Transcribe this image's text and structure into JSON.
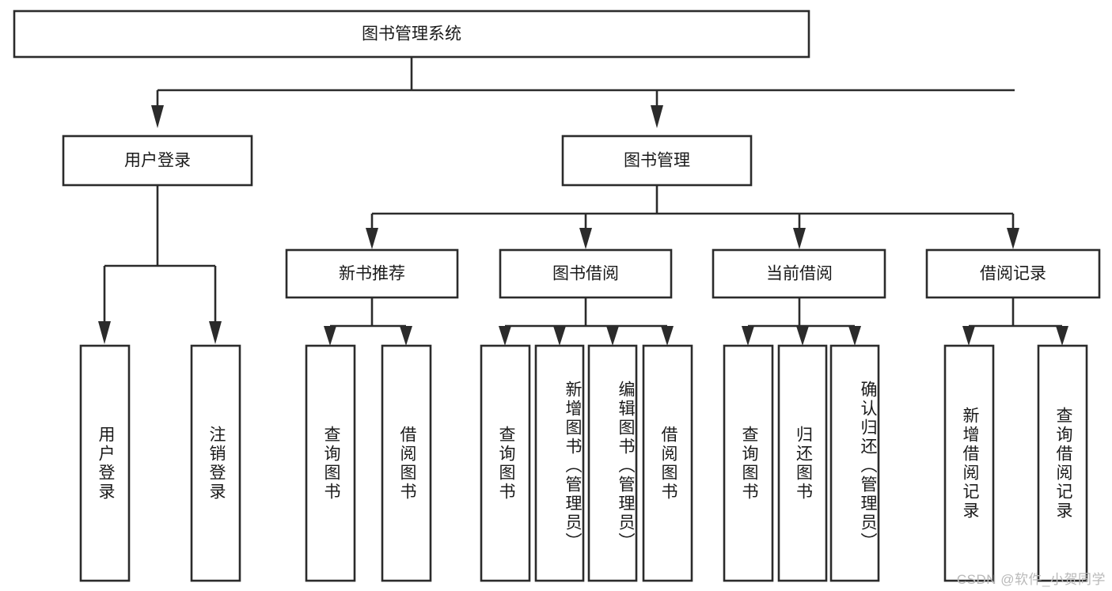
{
  "diagram": {
    "title": "图书管理系统",
    "watermark": "CSDN @软件_小贺同学",
    "colors": {
      "stroke": "#2b2b2b",
      "fill": "#ffffff",
      "text": "#1a1a1a",
      "watermark": "#b9b9b9",
      "background": "#ffffff"
    },
    "root": {
      "label": "图书管理系统"
    },
    "level2": [
      {
        "label": "用户登录"
      },
      {
        "label": "图书管理"
      }
    ],
    "level3": [
      {
        "label": "新书推荐"
      },
      {
        "label": "图书借阅"
      },
      {
        "label": "当前借阅"
      },
      {
        "label": "借阅记录"
      }
    ],
    "leaves": [
      {
        "label": "用户登录",
        "parent": "用户登录"
      },
      {
        "label": "注销登录",
        "parent": "用户登录"
      },
      {
        "label": "查询图书",
        "parent": "新书推荐"
      },
      {
        "label": "借阅图书",
        "parent": "新书推荐"
      },
      {
        "label": "查询图书",
        "parent": "图书借阅"
      },
      {
        "label": "新增图书（管理员）",
        "parent": "图书借阅"
      },
      {
        "label": "编辑图书（管理员）",
        "parent": "图书借阅"
      },
      {
        "label": "借阅图书",
        "parent": "图书借阅"
      },
      {
        "label": "查询图书",
        "parent": "当前借阅"
      },
      {
        "label": "归还图书",
        "parent": "当前借阅"
      },
      {
        "label": "确认归还（管理员）",
        "parent": "当前借阅"
      },
      {
        "label": "新增借阅记录",
        "parent": "借阅记录"
      },
      {
        "label": "查询借阅记录",
        "parent": "借阅记录"
      }
    ]
  }
}
